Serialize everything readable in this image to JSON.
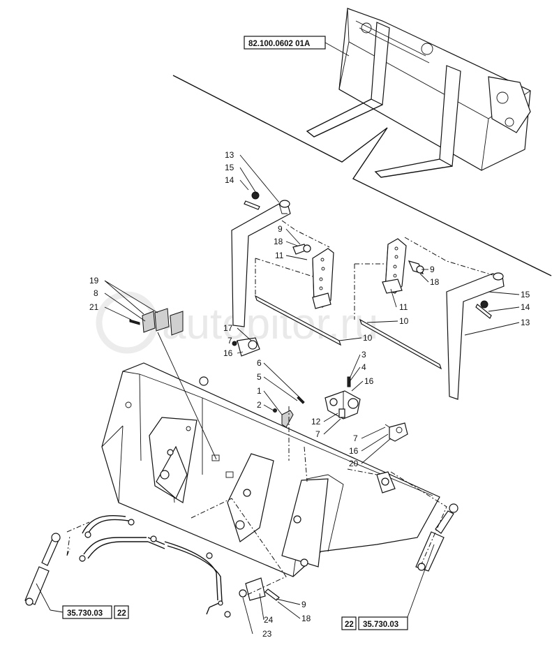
{
  "watermark": "autopitor.ru",
  "references": {
    "top_ref": "82.100.0602 01A",
    "left_ref": "35.730.03",
    "left_ref_num": "22",
    "right_ref": "35.730.03",
    "right_ref_num": "22"
  },
  "labels": {
    "l13a": "13",
    "l15a": "15",
    "l14a": "14",
    "l9a": "9",
    "l18a": "18",
    "l11a": "11",
    "l9b": "9",
    "l18b": "18",
    "l11b": "11",
    "l10a": "10",
    "l10b": "10",
    "l15b": "15",
    "l14b": "14",
    "l13b": "13",
    "l19": "19",
    "l8": "8",
    "l21": "21",
    "l17": "17",
    "l7a": "7",
    "l16a": "16",
    "l6": "6",
    "l5": "5",
    "l1": "1",
    "l2": "2",
    "l3": "3",
    "l4": "4",
    "l16b": "16",
    "l12": "12",
    "l7b": "7",
    "l7c": "7",
    "l16c": "16",
    "l20": "20",
    "l9c": "9",
    "l24": "24",
    "l18c": "18",
    "l23": "23"
  }
}
